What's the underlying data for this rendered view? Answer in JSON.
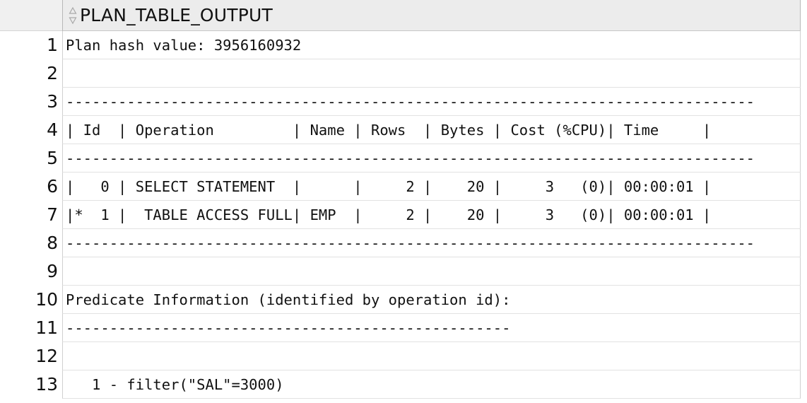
{
  "grid": {
    "column_header": "PLAN_TABLE_OUTPUT",
    "sort_icon": "sort-arrows-icon",
    "rows": [
      {
        "num": "1",
        "text": "Plan hash value: 3956160932"
      },
      {
        "num": "2",
        "text": ""
      },
      {
        "num": "3",
        "text": "-------------------------------------------------------------------------------"
      },
      {
        "num": "4",
        "text": "| Id  | Operation         | Name | Rows  | Bytes | Cost (%CPU)| Time     |"
      },
      {
        "num": "5",
        "text": "-------------------------------------------------------------------------------"
      },
      {
        "num": "6",
        "text": "|   0 | SELECT STATEMENT  |      |     2 |    20 |     3   (0)| 00:00:01 |"
      },
      {
        "num": "7",
        "text": "|*  1 |  TABLE ACCESS FULL| EMP  |     2 |    20 |     3   (0)| 00:00:01 |"
      },
      {
        "num": "8",
        "text": "-------------------------------------------------------------------------------"
      },
      {
        "num": "9",
        "text": ""
      },
      {
        "num": "10",
        "text": "Predicate Information (identified by operation id):"
      },
      {
        "num": "11",
        "text": "---------------------------------------------------"
      },
      {
        "num": "12",
        "text": ""
      },
      {
        "num": "13",
        "text": "   1 - filter(\"SAL\"=3000)"
      }
    ]
  }
}
